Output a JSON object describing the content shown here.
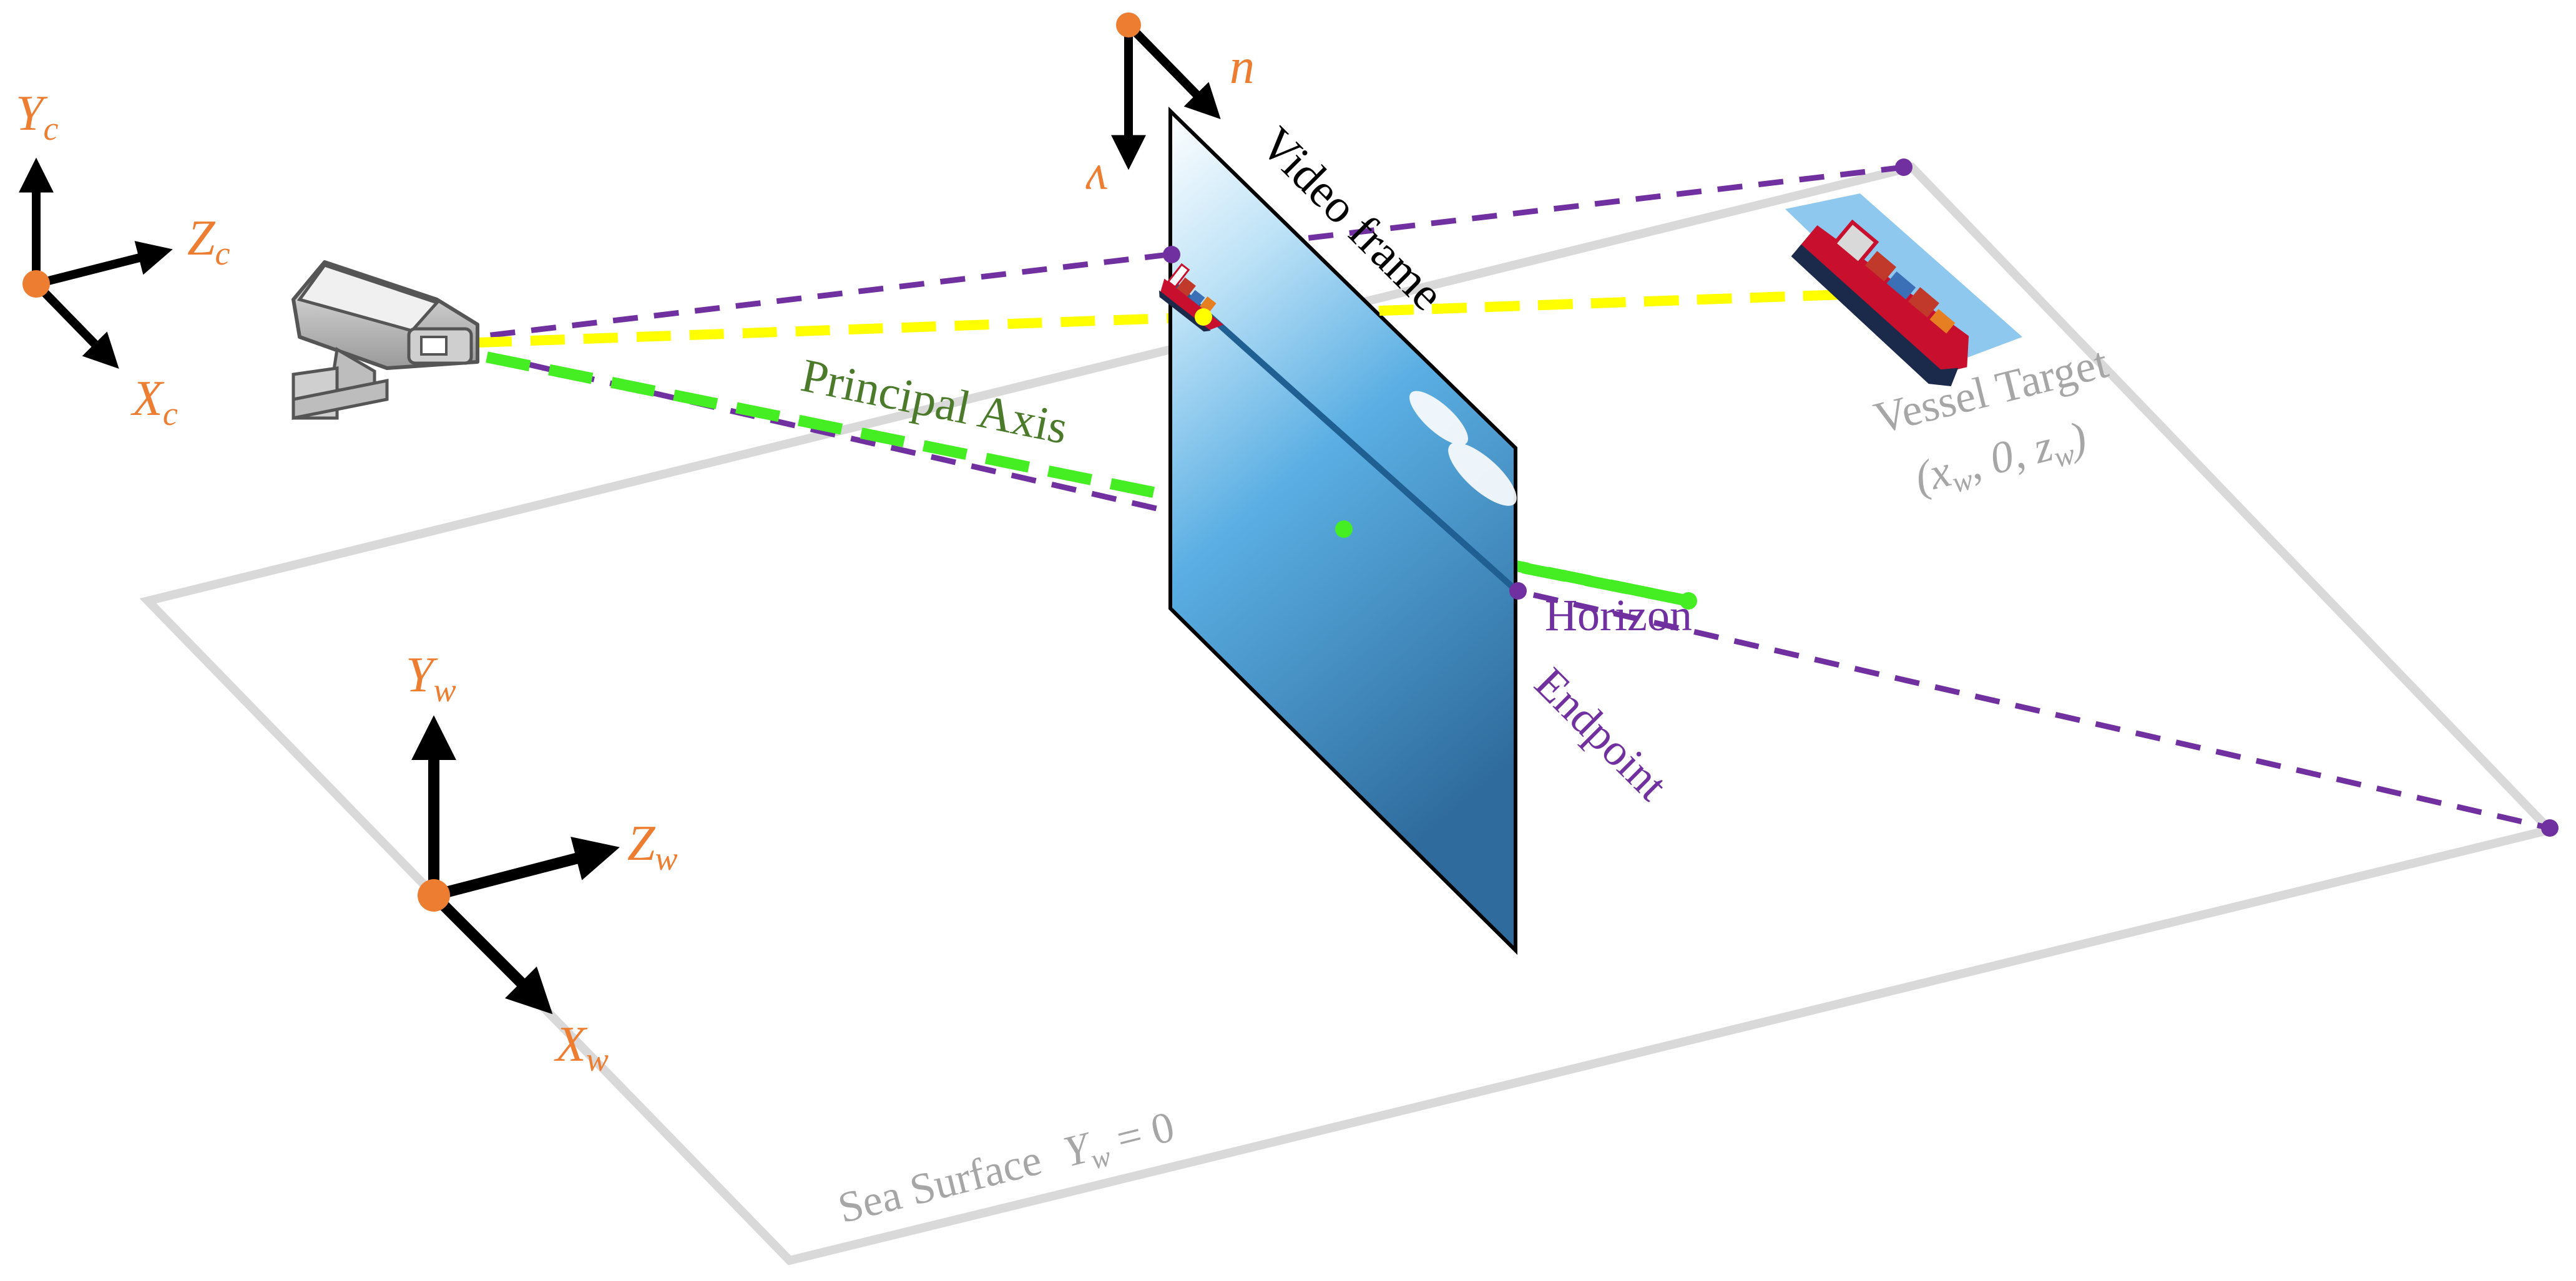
{
  "labels": {
    "video_frame": "Video frame",
    "principal_axis": "Principal Axis",
    "horizon_line1": "Horizon",
    "horizon_line2": "Endpoint",
    "vessel_title": "Vessel Target",
    "vessel_coords": "(x",
    "vessel_coords_sub1": "w",
    "vessel_coords_mid": ", 0, z",
    "vessel_coords_sub2": "w",
    "vessel_coords_end": ")",
    "sea_surface": "Sea Surface",
    "sea_eq_var": "Y",
    "sea_eq_sub": "w",
    "sea_eq_rest": " = 0"
  },
  "camera_axes": {
    "y": "Y",
    "y_sub": "c",
    "z": "Z",
    "z_sub": "c",
    "x": "X",
    "x_sub": "c"
  },
  "world_axes": {
    "y": "Y",
    "y_sub": "w",
    "z": "Z",
    "z_sub": "w",
    "x": "X",
    "x_sub": "w"
  },
  "image_axes": {
    "u": "u",
    "v": "v"
  },
  "colors": {
    "axis_label": "#ed7d31",
    "origin_dot": "#ed7d31",
    "purple_ray": "#7030a0",
    "yellow_ray": "#ffff00",
    "green_ray": "#44ee22",
    "principal_label": "#4a7a2a",
    "plane_edge": "#d9d9d9",
    "gray_text": "#a6a6a6",
    "frame_top": "#ffffff",
    "frame_bottom": "#3a7cb0"
  },
  "icons": [
    "camera-icon",
    "vessel-icon",
    "cloud-icon"
  ]
}
